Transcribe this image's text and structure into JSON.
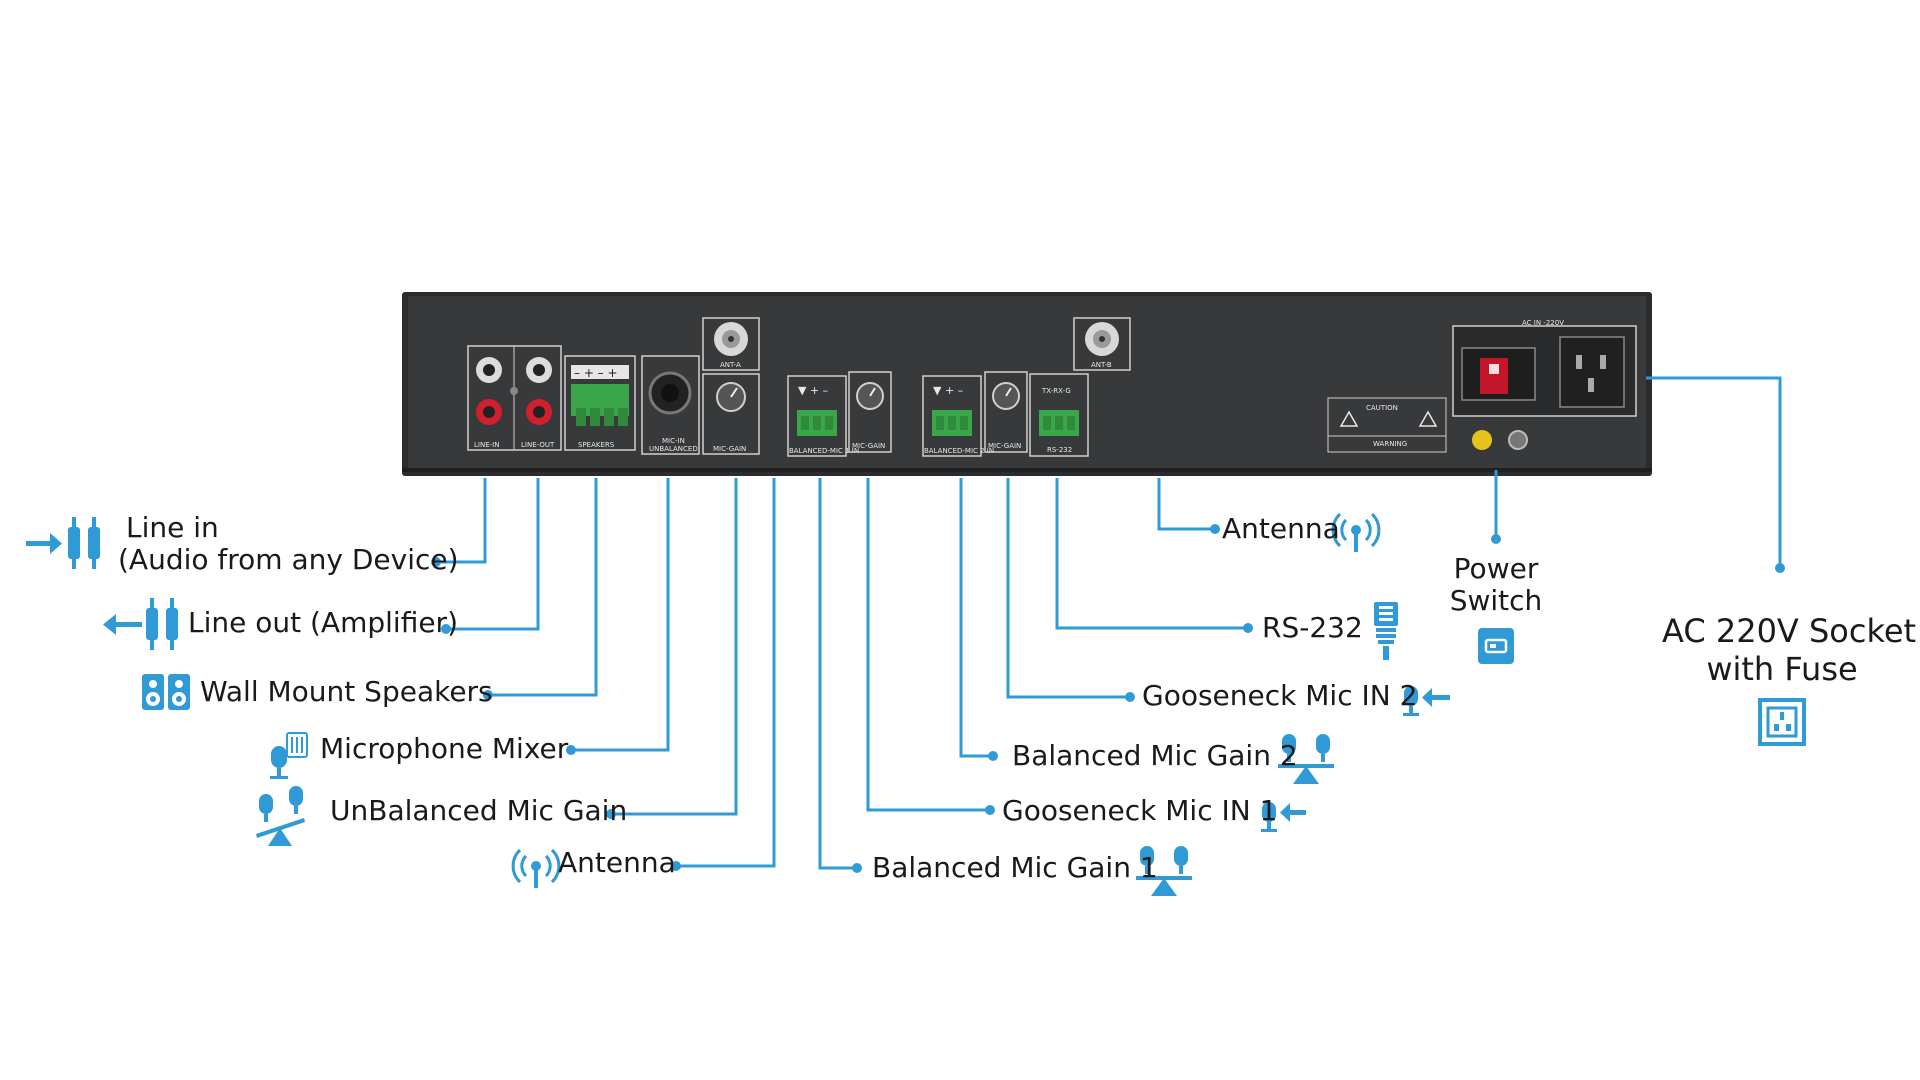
{
  "panel": {
    "ports": {
      "line_in": "LINE-IN",
      "line_out": "LINE-OUT",
      "speakers": "SPEAKERS",
      "speaker_terms": "– + – +",
      "mic_in_unbalanced_1": "MIC-IN",
      "mic_in_unbalanced_2": "UNBALANCED",
      "ant_a": "ANT-A",
      "mic_gain_a": "MIC-GAIN",
      "balanced_mic_1": "BALANCED-MIC 1 IN",
      "mic_gain_1": "MIC-GAIN",
      "balanced_mic_2": "BALANCED-MIC 2 IN",
      "mic_gain_2": "MIC-GAIN",
      "tx_rx_g": "TX-RX-G",
      "rs232": "RS-232",
      "ant_b": "ANT-B",
      "ac_in": "AC IN -220V",
      "caution": "CAUTION",
      "warning": "WARNING",
      "term_marks": "▼ + –"
    }
  },
  "labels": {
    "line_in_1": "Line in",
    "line_in_2": "(Audio from any Device)",
    "line_out": "Line out (Amplifier)",
    "wall_speakers": "Wall Mount Speakers",
    "mic_mixer": "Microphone Mixer",
    "unbalanced_gain": "UnBalanced Mic Gain",
    "antenna_left": "Antenna",
    "balanced_gain_1": "Balanced Mic Gain 1",
    "gooseneck_1": "Gooseneck Mic IN 1",
    "balanced_gain_2": "Balanced Mic Gain 2",
    "gooseneck_2": "Gooseneck Mic IN 2",
    "rs232": "RS-232",
    "antenna_right": "Antenna",
    "power_1": "Power",
    "power_2": "Switch",
    "ac_1": "AC 220V Socket",
    "ac_2": "with Fuse"
  },
  "colors": {
    "accent": "#2f9ad6",
    "panel": "#333537",
    "terminal_green": "#3aa64a",
    "rocker_red": "#c4162a"
  },
  "icons": [
    "rca-in-icon",
    "rca-out-icon",
    "speaker-icon",
    "mixer-icon",
    "balance-icon",
    "antenna-icon",
    "microphone-icon",
    "rs232-plug-icon",
    "power-switch-icon",
    "power-socket-icon"
  ]
}
